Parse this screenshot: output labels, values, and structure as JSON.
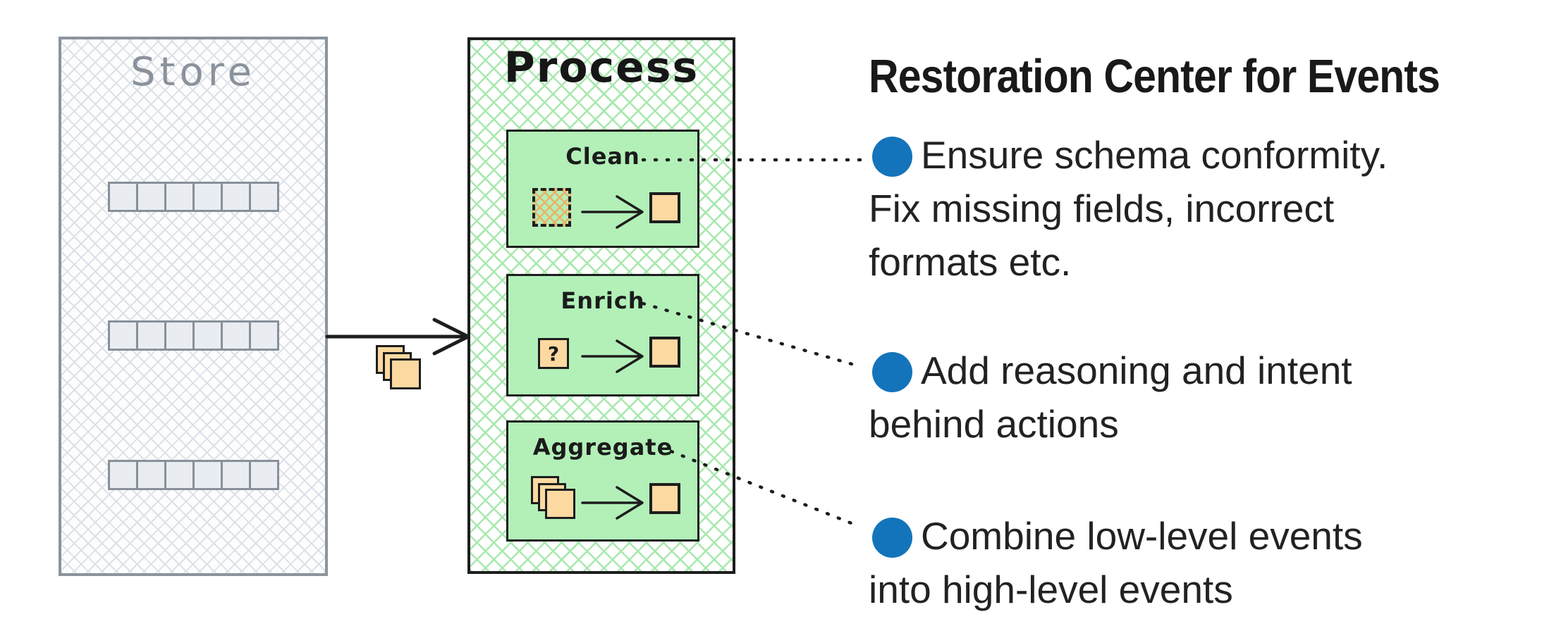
{
  "store": {
    "title": "Store",
    "rows": 3,
    "cells_per_row": 6
  },
  "process": {
    "title": "Process",
    "steps": [
      {
        "label": "Clean",
        "input_icon": "dashed-crosshatch-square-icon",
        "output_icon": "event-square-icon"
      },
      {
        "label": "Enrich",
        "input_icon": "question-square-icon",
        "badge": "?",
        "output_icon": "event-square-icon"
      },
      {
        "label": "Aggregate",
        "input_icon": "stacked-events-icon",
        "output_icon": "event-square-icon"
      }
    ]
  },
  "flow": {
    "arrow": "store-to-process",
    "payload_icon": "stacked-event-cards"
  },
  "annotations": {
    "title": "Restoration Center for Events",
    "bullets": [
      {
        "lines": [
          "Ensure schema conformity.",
          "Fix missing fields, incorrect",
          "formats etc."
        ]
      },
      {
        "lines": [
          "Add reasoning and intent",
          "behind actions"
        ]
      },
      {
        "lines": [
          "Combine low-level events",
          "into high-level events"
        ]
      }
    ]
  },
  "colors": {
    "bullet_dot": "#1474bb",
    "process_green_fill": "#b2f0b8",
    "process_hatch": "#a8e8ae",
    "event_orange": "#fcd9a1",
    "store_gray": "#8b949c",
    "ink_black": "#1d1d1d"
  }
}
